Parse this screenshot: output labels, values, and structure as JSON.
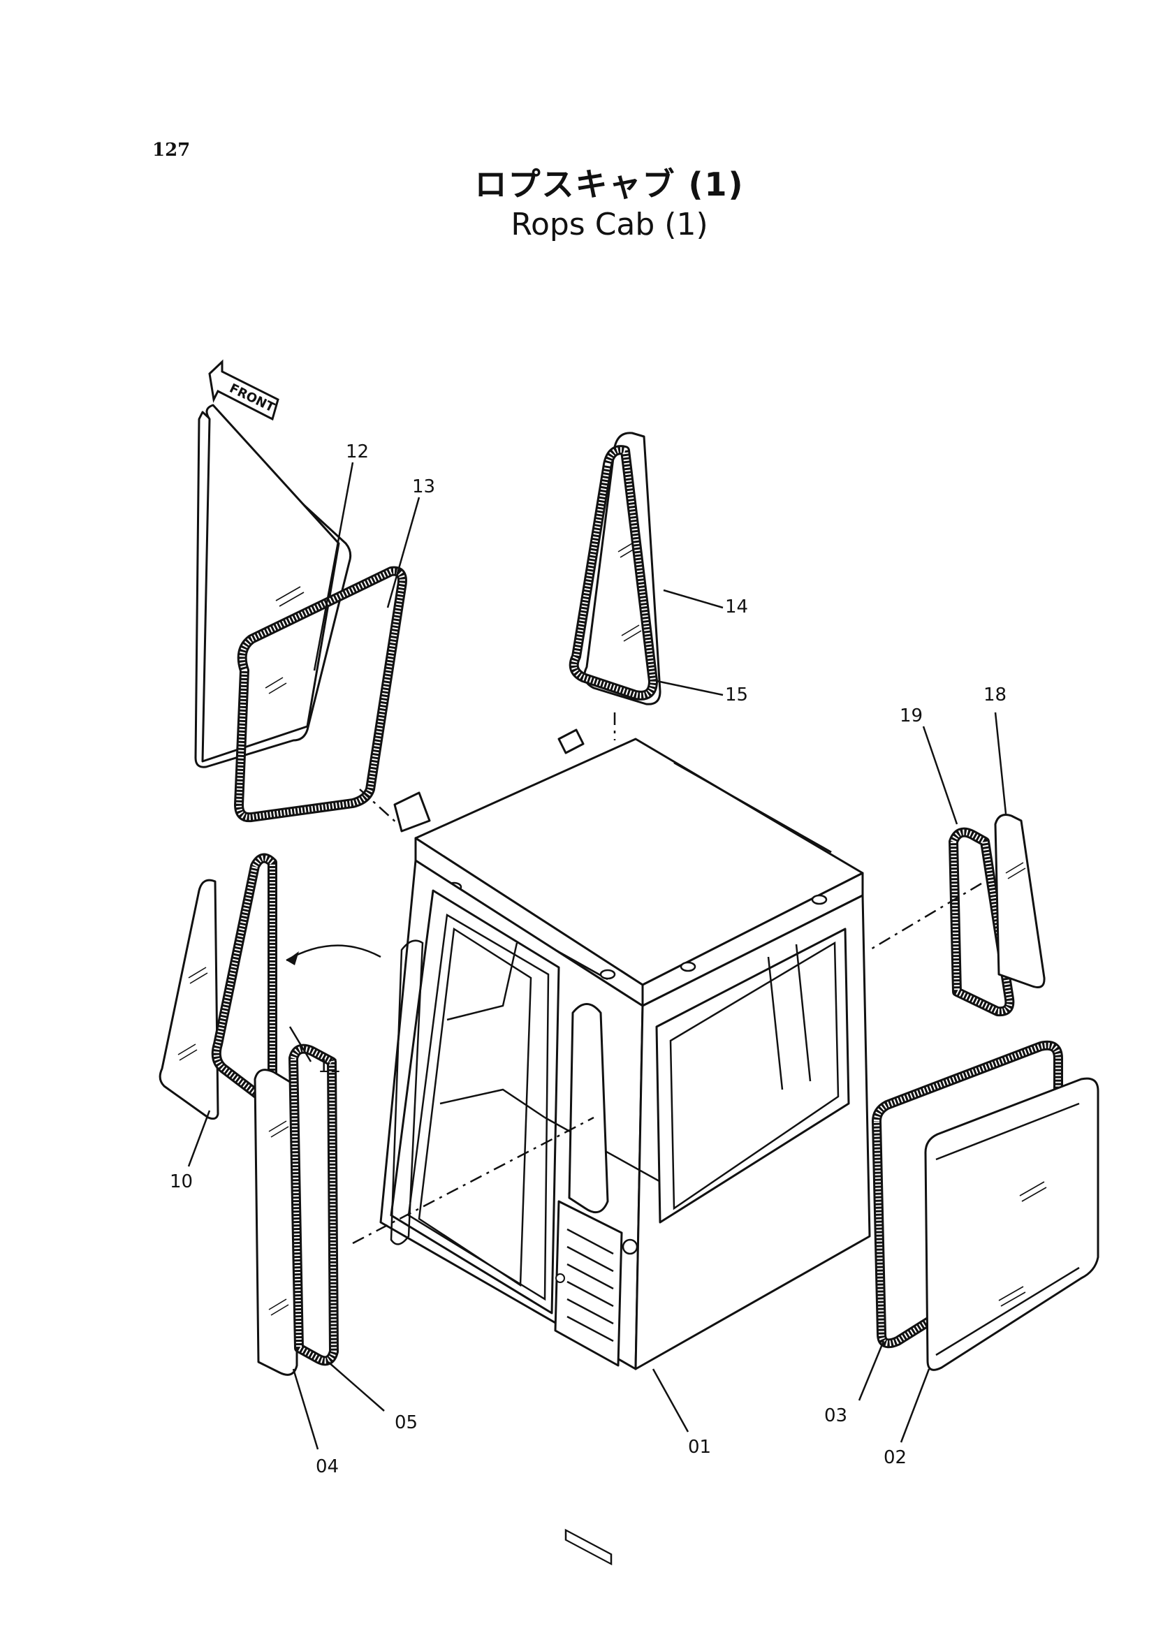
{
  "page_number": "127",
  "title_jp": "ロプスキャブ (1)",
  "title_en": "Rops Cab (1)",
  "front_arrow": {
    "label": "FRONT",
    "icon": "front-arrow-icon"
  },
  "part_labels": {
    "p01": "01",
    "p02": "02",
    "p03": "03",
    "p04": "04",
    "p05": "05",
    "p10": "10",
    "p11": "11",
    "p12": "12",
    "p13": "13",
    "p14": "14",
    "p15": "15",
    "p18": "18",
    "p19": "19"
  }
}
